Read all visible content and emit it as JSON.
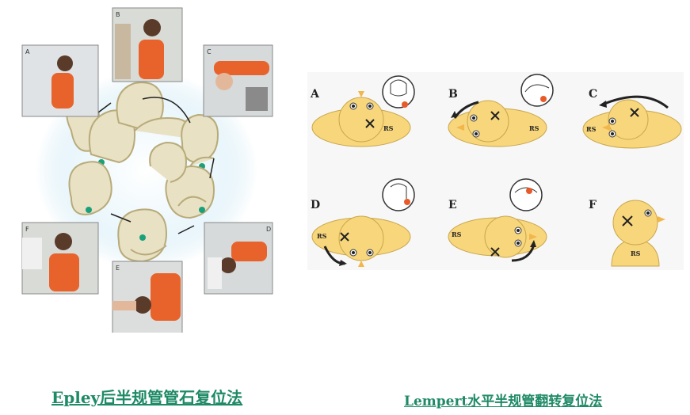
{
  "captions": {
    "left": "Epley后半规管管石复位法",
    "right": "Lempert水平半规管翻转复位法"
  },
  "left_panel": {
    "photos": [
      {
        "label": "A"
      },
      {
        "label": "B"
      },
      {
        "label": "C"
      },
      {
        "label": "D"
      },
      {
        "label": "E"
      },
      {
        "label": "F"
      }
    ]
  },
  "right_panel": {
    "steps": [
      {
        "label": "A",
        "rs": "RS"
      },
      {
        "label": "B",
        "rs": "RS"
      },
      {
        "label": "C",
        "rs": "RS"
      },
      {
        "label": "D",
        "rs": "RS"
      },
      {
        "label": "E",
        "rs": "RS"
      },
      {
        "label": "F",
        "rs": "RS"
      }
    ]
  },
  "colors": {
    "caption": "#1f8a66",
    "head": "#f7d67c",
    "head_outline": "#c9a64c",
    "shirt": "#e8632c",
    "otolith": "#e85a2a"
  }
}
